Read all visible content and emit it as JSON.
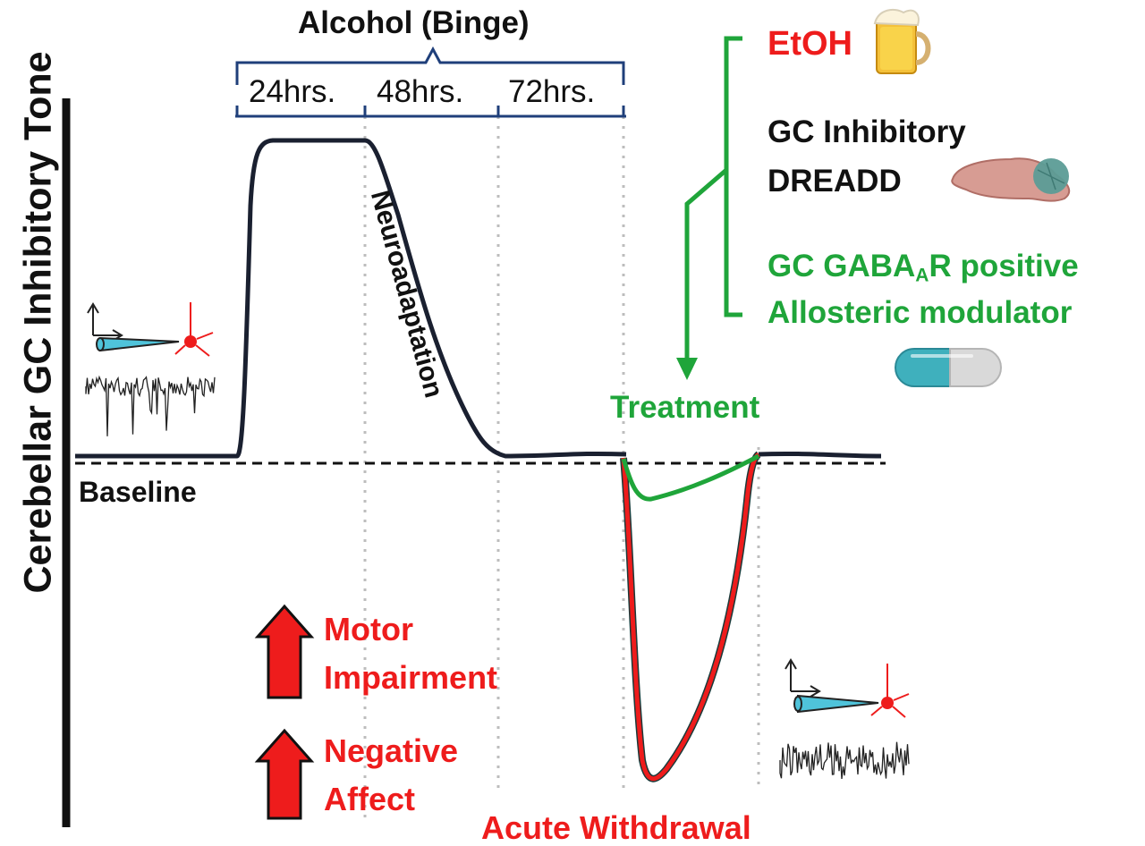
{
  "y_axis_label": "Cerebellar GC Inhibitory Tone",
  "period_label": "Alcohol (Binge)",
  "time_points": [
    "24hrs.",
    "48hrs.",
    "72hrs."
  ],
  "curve_labels": {
    "neuroadaptation": "Neuroadaptation",
    "baseline": "Baseline",
    "acute_withdrawal": "Acute Withdrawal",
    "treatment": "Treatment"
  },
  "treatments": {
    "etoh": "EtOH",
    "dreadd_line1": "GC Inhibitory",
    "dreadd_line2": "DREADD",
    "pam_line1_pre": "GC GABA",
    "pam_line1_sub": "A",
    "pam_line1_post": "R positive",
    "pam_line2": "Allosteric modulator"
  },
  "effects": [
    {
      "line1": "Motor",
      "line2": "Impairment"
    },
    {
      "line1": "Negative",
      "line2": "Affect"
    }
  ],
  "icons": [
    "beer-mug-icon",
    "brain-icon",
    "capsule-icon",
    "electrode-neuron-icon",
    "spike-trace-icon",
    "up-arrow-icon"
  ],
  "colors": {
    "main_curve": "#1a2030",
    "withdrawal": "#ee1c1c",
    "treatment": "#1fa53a",
    "bracket": "#1f3f7a",
    "text": "#111111",
    "grid": "#bbbbbb"
  }
}
